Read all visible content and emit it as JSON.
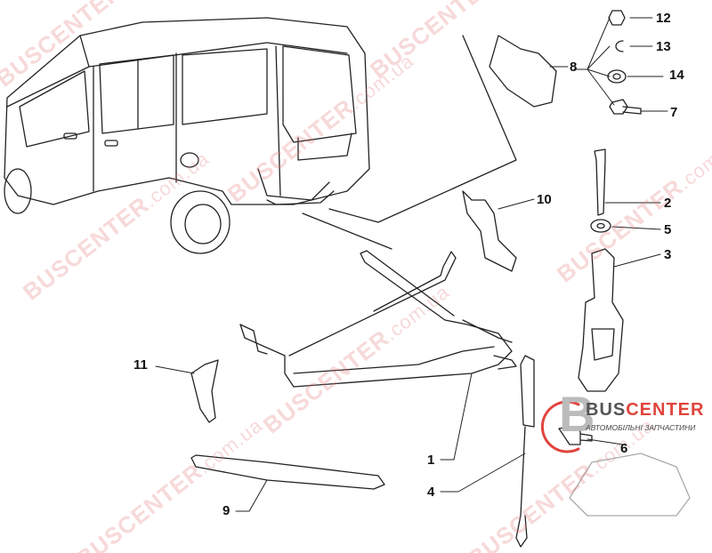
{
  "watermark": {
    "brand": "BUSCENTER",
    "tld": ".com.ua"
  },
  "logo": {
    "letter": "B",
    "name_part1": "BUS",
    "name_part2": "CENTER",
    "tagline": "АВТОМОБІЛЬНІ ЗАПЧАСТИНИ"
  },
  "callouts": [
    "12",
    "13",
    "14",
    "7",
    "8",
    "2",
    "5",
    "3",
    "10",
    "11",
    "1",
    "4",
    "9",
    "6"
  ],
  "colors": {
    "line": "#222222",
    "watermark": "#e07878",
    "logo_accent": "#e0443d"
  }
}
